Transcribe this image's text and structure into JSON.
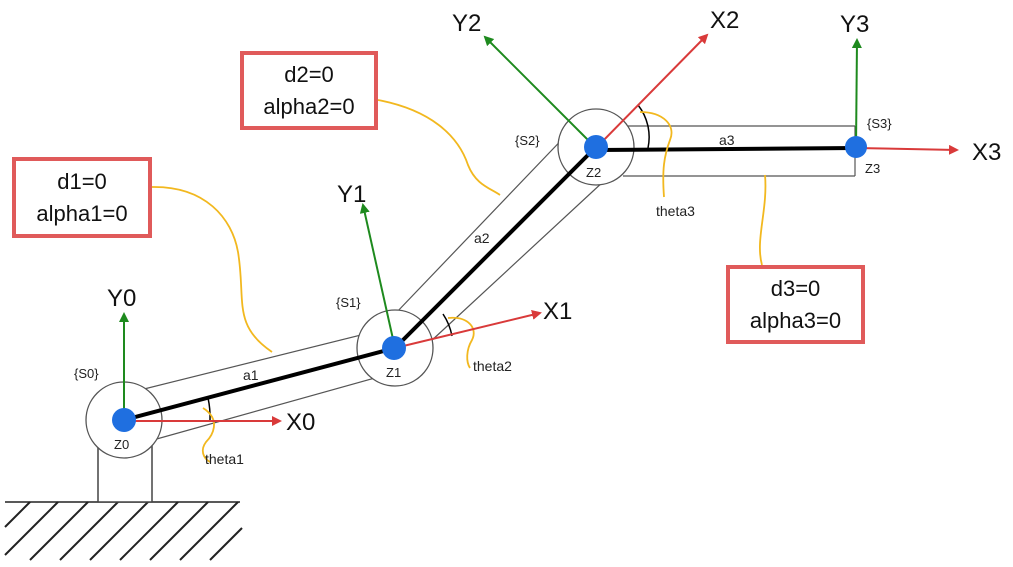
{
  "colors": {
    "x_axis": "#d93a3a",
    "y_axis": "#1e8a1e",
    "joint": "#1f6fe0",
    "leader": "#f2b81f",
    "box_border": "#e05a5a",
    "link": "#000000"
  },
  "frames": {
    "s0": "{S0}",
    "s1": "{S1}",
    "s2": "{S2}",
    "s3": "{S3}"
  },
  "axes": {
    "x0": "X0",
    "y0": "Y0",
    "x1": "X1",
    "y1": "Y1",
    "x2": "X2",
    "y2": "Y2",
    "x3": "X3",
    "y3": "Y3"
  },
  "joints": {
    "z0": "Z0",
    "z1": "Z1",
    "z2": "Z2",
    "z3": "Z3"
  },
  "links": {
    "a1": "a1",
    "a2": "a2",
    "a3": "a3"
  },
  "angles": {
    "theta1": "theta1",
    "theta2": "theta2",
    "theta3": "theta3"
  },
  "params": {
    "link1": {
      "d": "d1=0",
      "alpha": "alpha1=0"
    },
    "link2": {
      "d": "d2=0",
      "alpha": "alpha2=0"
    },
    "link3": {
      "d": "d3=0",
      "alpha": "alpha3=0"
    }
  }
}
